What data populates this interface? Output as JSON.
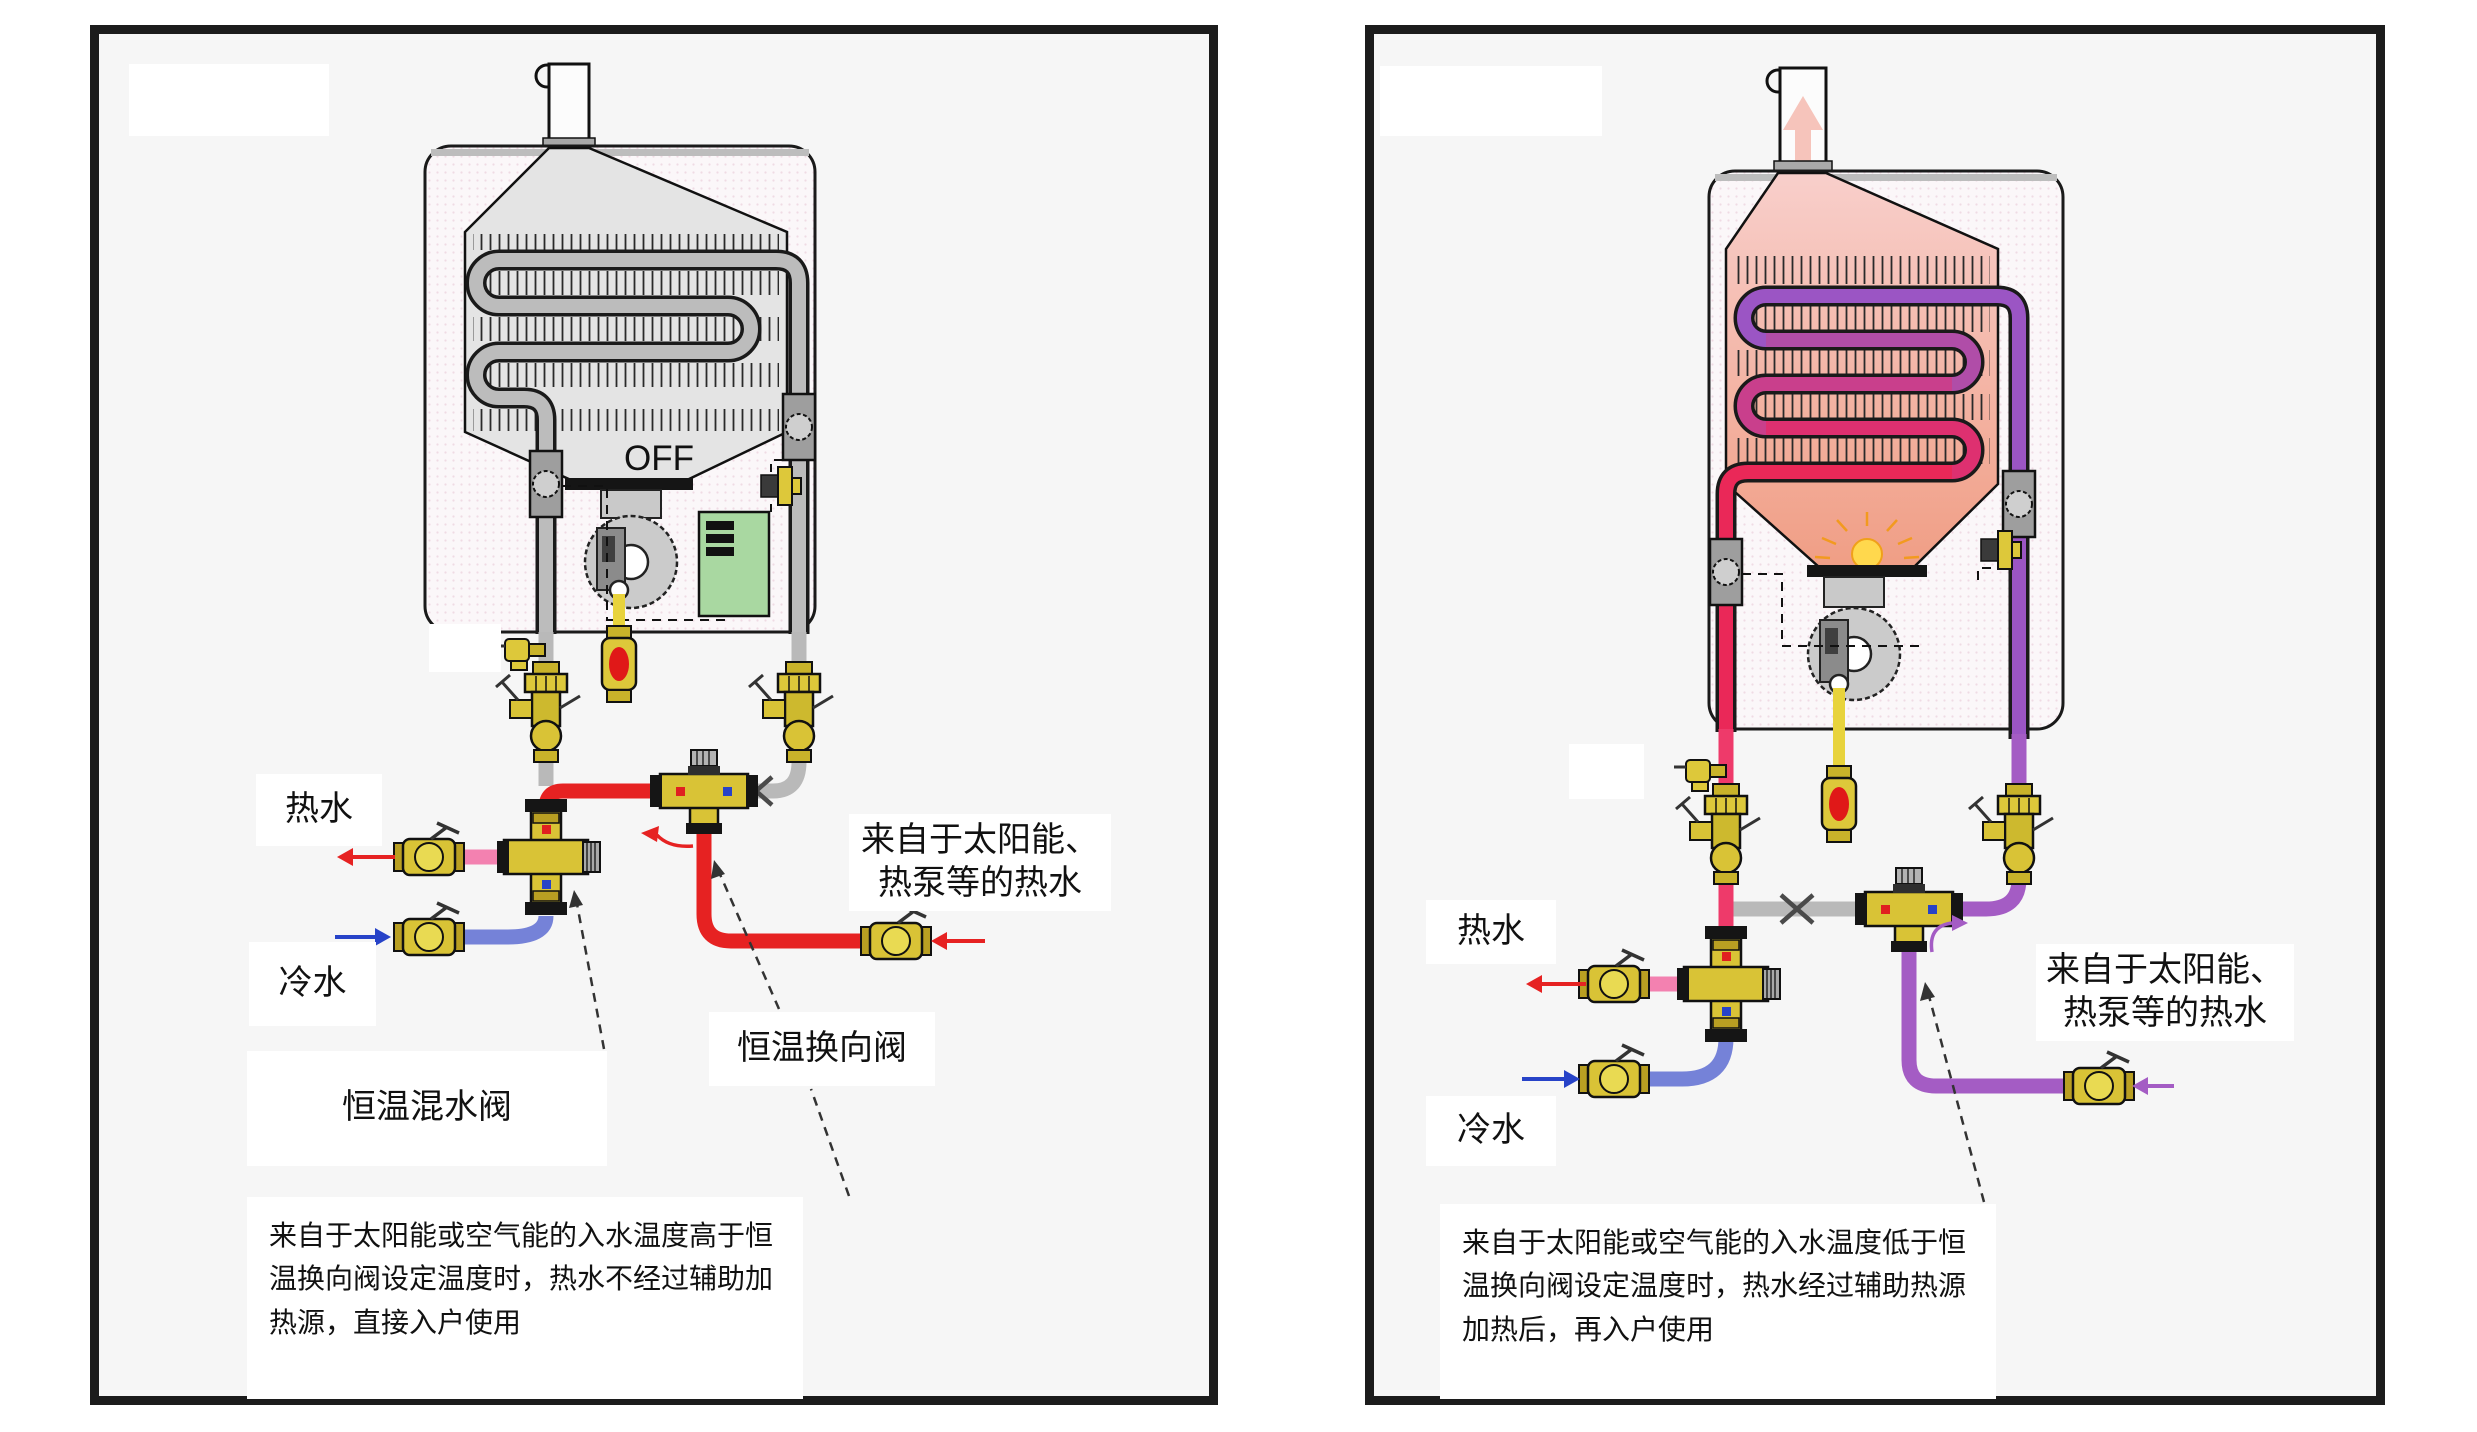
{
  "panels": {
    "left": {
      "heater_state": "OFF",
      "labels": {
        "hot_water": "热水",
        "cold_water": "冷水",
        "solar_in_line1": "来自于太阳能、",
        "solar_in_line2": "热泵等的热水",
        "diverter_valve": "恒温换向阀",
        "mixing_valve": "恒温混水阀"
      },
      "description": "来自于太阳能或空气能的入水温度高于恒温换向阀设定温度时，热水不经过辅助加热源，直接入户使用"
    },
    "right": {
      "labels": {
        "hot_water": "热水",
        "cold_water": "冷水",
        "solar_in_line1": "来自于太阳能、",
        "solar_in_line2": "热泵等的热水"
      },
      "description": "来自于太阳能或空气能的入水温度低于恒温换向阀设定温度时，热水经过辅助热源加热后，再入户使用"
    }
  },
  "colors": {
    "solar_hot_pipe": "#e62222",
    "mixed_out_pipe": "#f381b0",
    "cold_pipe": "#7582d8",
    "bypass_pipe": "#b9b9b9",
    "solar_warm_pipe": "#a45cc4",
    "heater_hot_pipe": "#ee3a6a",
    "gas_line": "#e8d33c",
    "valve_brass": "#d9c336",
    "control_board": "#a9d8a1"
  }
}
